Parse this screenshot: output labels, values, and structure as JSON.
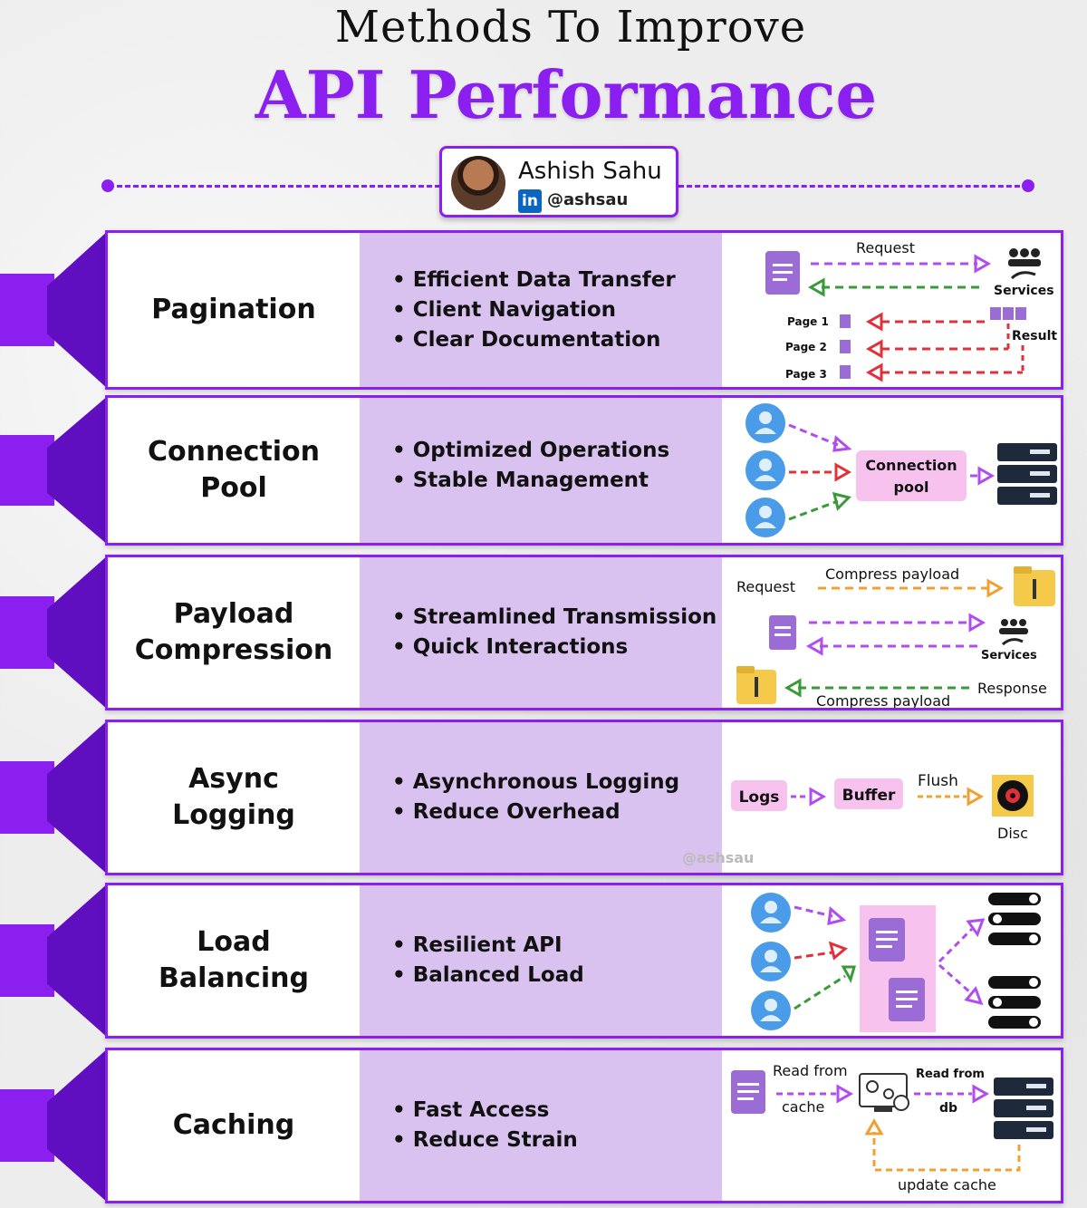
{
  "header": {
    "title_line1": "Methods To Improve",
    "title_line2": "API Performance",
    "author_name": "Ashish Sahu",
    "author_handle": "@ashsau",
    "linkedin_icon": "in"
  },
  "colors": {
    "accent": "#8a1ff0",
    "accent_dark": "#5f0fc0",
    "panel": "#d9c2ef",
    "pink": "#f7c3ee"
  },
  "methods": [
    {
      "label_lines": [
        "Pagination"
      ],
      "points": [
        "Efficient Data Transfer",
        "Client Navigation",
        "Clear Documentation"
      ],
      "diagram": {
        "request": "Request",
        "services": "Services",
        "result": "Result",
        "page1": "Page 1",
        "page2": "Page 2",
        "page3": "Page 3"
      }
    },
    {
      "label_lines": [
        "Connection",
        "Pool"
      ],
      "points": [
        "Optimized Operations",
        "Stable Management"
      ],
      "diagram": {
        "pool1": "Connection",
        "pool2": "pool"
      }
    },
    {
      "label_lines": [
        "Payload",
        "Compression"
      ],
      "points": [
        "Streamlined Transmission",
        "Quick Interactions"
      ],
      "diagram": {
        "request": "Request",
        "compress_top": "Compress payload",
        "services": "Services",
        "response": "Response",
        "compress_bottom": "Compress payload"
      }
    },
    {
      "label_lines": [
        "Async",
        "Logging"
      ],
      "points": [
        "Asynchronous Logging",
        "Reduce Overhead"
      ],
      "diagram": {
        "logs": "Logs",
        "buffer": "Buffer",
        "flush": "Flush",
        "disc": "Disc"
      }
    },
    {
      "label_lines": [
        "Load",
        "Balancing"
      ],
      "points": [
        "Resilient API",
        "Balanced Load"
      ],
      "diagram": {}
    },
    {
      "label_lines": [
        "Caching"
      ],
      "points": [
        "Fast Access",
        "Reduce Strain"
      ],
      "diagram": {
        "read_cache1": "Read from",
        "read_cache2": "cache",
        "read_db1": "Read from",
        "read_db2": "db",
        "update": "update cache"
      }
    }
  ],
  "watermark": "@ashsau"
}
